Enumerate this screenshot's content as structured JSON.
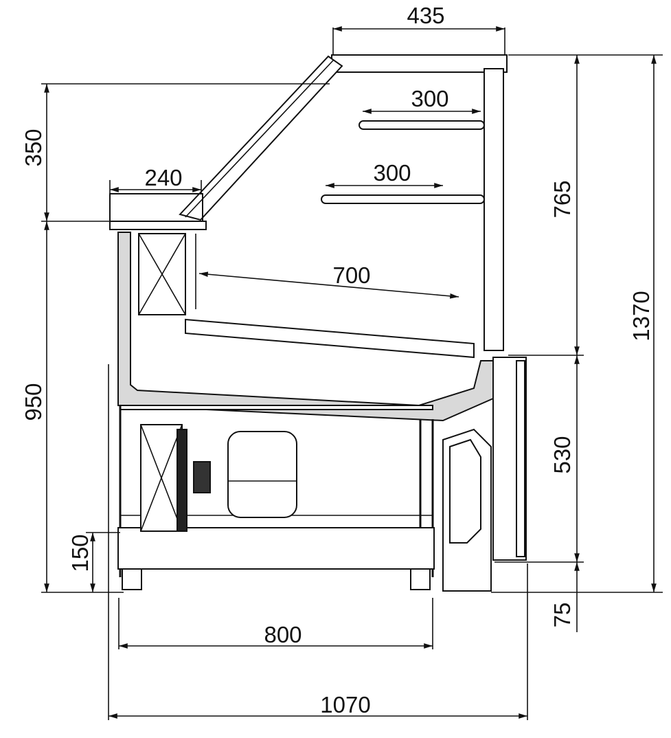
{
  "drawing": {
    "dimensions": {
      "top_width": "435",
      "upper_shelf": "300",
      "lower_shelf": "300",
      "front_shelf": "240",
      "display_depth": "700",
      "glass_height": "350",
      "canopy_height": "765",
      "total_height": "1370",
      "counter_height": "950",
      "rear_height": "530",
      "base_height": "150",
      "foot_height": "75",
      "base_width": "800",
      "total_width": "1070"
    }
  }
}
